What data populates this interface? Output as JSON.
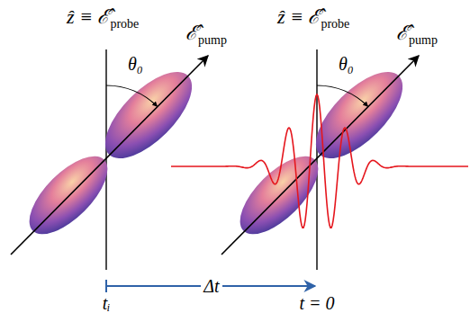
{
  "diagram": {
    "labels": [
      "ẑ ≡ ℰ̂",
      "probe",
      "ℰ̂",
      "pump",
      "θ₀",
      "ẑ ≡ ℰ̂",
      "probe",
      "ℰ̂",
      "pump",
      "θ₀",
      "tᵢ",
      "Δt",
      "t = 0"
    ]
  }
}
